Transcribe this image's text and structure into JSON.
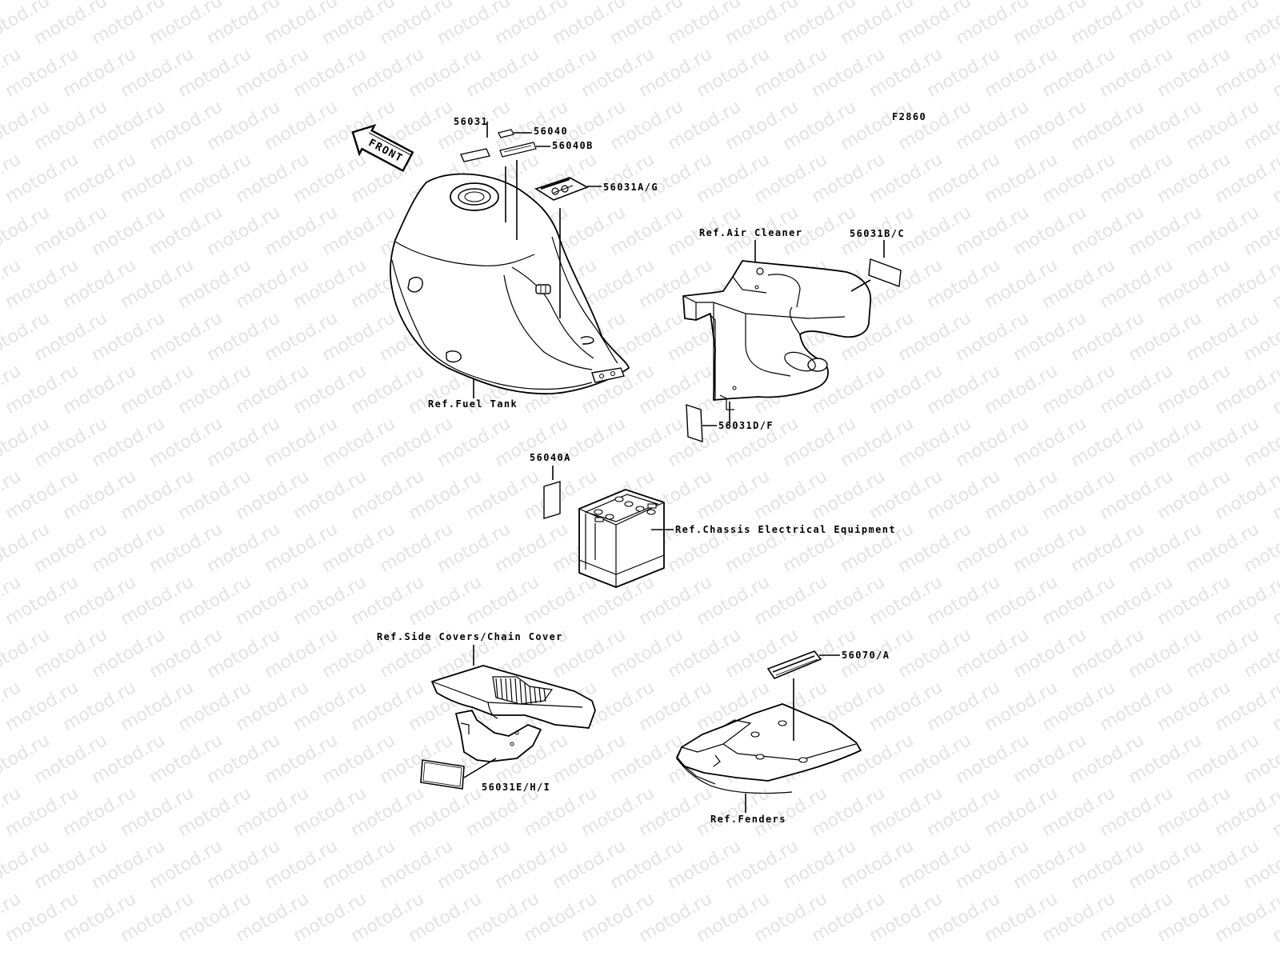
{
  "watermark": "motod.ru",
  "figure_code": "F2860",
  "front_arrow": "FRONT",
  "callouts": {
    "p56031": "56031",
    "p56040": "56040",
    "p56040B": "56040B",
    "p56031AG": "56031A/G",
    "p56031BC": "56031B/C",
    "p56031DF": "56031D/F",
    "p56040A": "56040A",
    "p56070A": "56070/A",
    "p56031EHI": "56031E/H/I"
  },
  "references": {
    "fuel_tank": "Ref.Fuel Tank",
    "air_cleaner": "Ref.Air Cleaner",
    "chassis_electrical": "Ref.Chassis Electrical Equipment",
    "side_covers": "Ref.Side Covers/Chain Cover",
    "fenders": "Ref.Fenders"
  }
}
